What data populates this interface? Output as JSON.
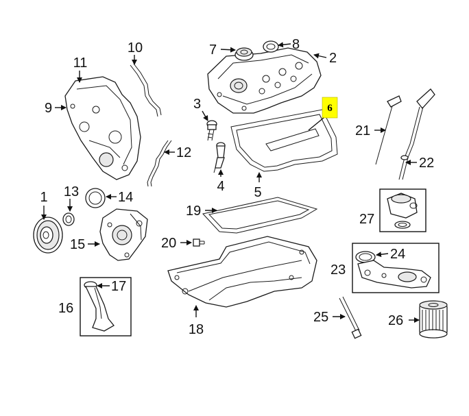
{
  "diagram": {
    "callouts": [
      "1",
      "2",
      "3",
      "4",
      "5",
      "6",
      "7",
      "8",
      "9",
      "10",
      "11",
      "12",
      "13",
      "14",
      "15",
      "16",
      "17",
      "18",
      "19",
      "20",
      "21",
      "22",
      "23",
      "24",
      "25",
      "26",
      "27"
    ],
    "highlighted_callout": "6",
    "highlight_color": "#ffff00"
  }
}
